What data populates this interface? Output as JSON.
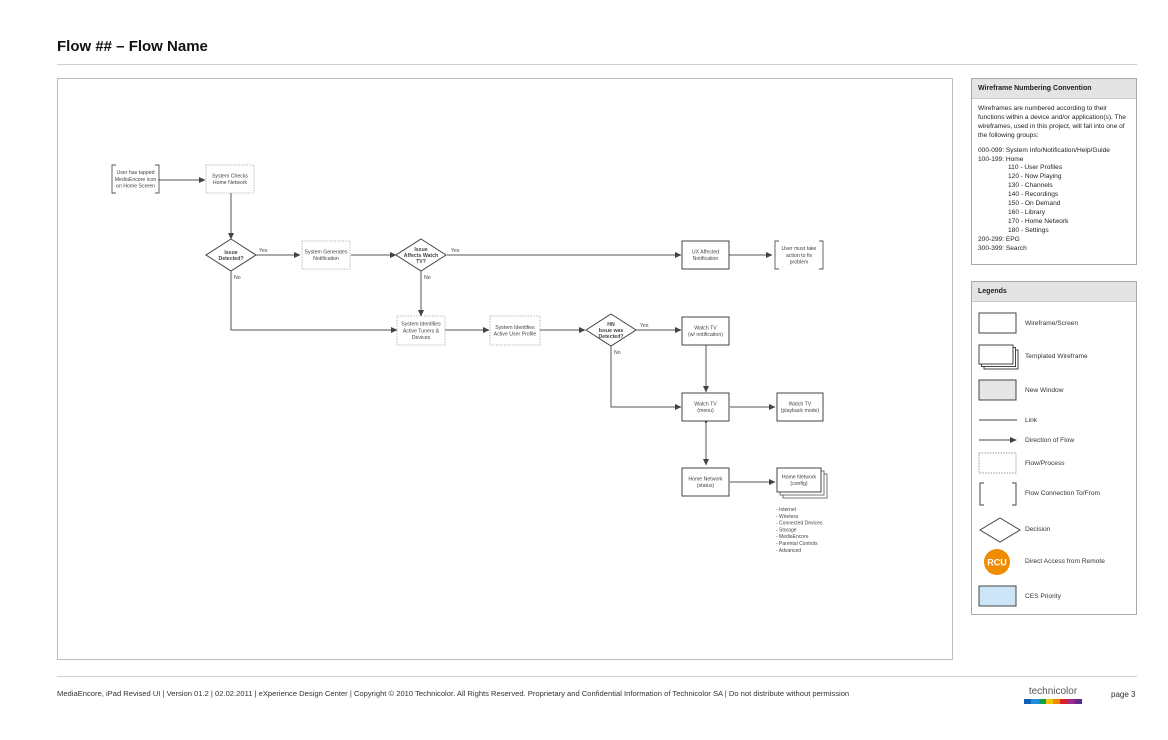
{
  "header": {
    "title": "Flow ## – Flow Name"
  },
  "flow": {
    "start": [
      "User has tapped",
      "MediaEncore icon",
      "on Home Screen"
    ],
    "check": [
      "System Checks",
      "Home Network"
    ],
    "d1": [
      "Issue",
      "Detected?"
    ],
    "d1_yes": "Yes",
    "d1_no": "No",
    "gen": [
      "System Generates",
      "Notification"
    ],
    "d2": [
      "Issue",
      "Affects Watch",
      "TV?"
    ],
    "d2_yes": "Yes",
    "d2_no": "No",
    "ux": [
      "UX Affected",
      "Notification"
    ],
    "usermust": [
      "User must take",
      "action to fix",
      "problem"
    ],
    "tuners": [
      "System Identifies",
      "Active Tuners &",
      "Devices"
    ],
    "profile": [
      "System Identifies",
      "Active User Profile"
    ],
    "d3": [
      "HN",
      "Issue was",
      "Detected?"
    ],
    "d3_yes": "Yes",
    "d3_no": "No",
    "wtv_notif": [
      "Watch TV",
      "(w/ notification)"
    ],
    "wtv_menu": [
      "Watch TV",
      "(menu)"
    ],
    "wtv_play": [
      "Watch TV",
      "(playback mode)"
    ],
    "hn_status": [
      "Home Network",
      "(status)"
    ],
    "hn_config": [
      "Home Network",
      "(config)"
    ],
    "config_list": [
      "- Internet",
      "- Wireless",
      "- Connected Devices",
      "- Storage",
      "- MediaEncore",
      "- Parental Controls",
      "- Advanced"
    ]
  },
  "numbering": {
    "title": "Wireframe Numbering Convention",
    "intro": "Wireframes are numbered according to their functions within a device and/or application(s). The wireframes, used in this project, will fall into one of the following groups:",
    "groups": [
      "000-099: System Info/Notification/Help/Guide",
      "100-199: Home",
      "110 - User Profiles",
      "120 - Now Playing",
      "130 - Channels",
      "140 - Recordings",
      "150 - On Demand",
      "160 - Library",
      "170 - Home Network",
      "180 - Settings",
      "200-299: EPG",
      "300-399: Search"
    ]
  },
  "legends": {
    "title": "Legends",
    "items": [
      "Wireframe/Screen",
      "Templated Wireframe",
      "New Window",
      "Link",
      "Direction of Flow",
      "Flow/Process",
      "Flow Connection To/From",
      "Decision",
      "Direct Access from Remote",
      "CES Priority"
    ],
    "rcu": "RCU",
    "rcu_color": "#f08c00",
    "ces_color": "#cde6f7"
  },
  "footer": {
    "text": "MediaEncore, iPad Revised UI   |   Version 01.2   |   02.02.2011   |   eXperience Design Center   |   Copyright © 2010 Technicolor.  All Rights Reserved. Proprietary and Confidential Information of Technicolor SA   |   Do not distribute without permission",
    "logo": "technicolor",
    "page": "page 3"
  }
}
